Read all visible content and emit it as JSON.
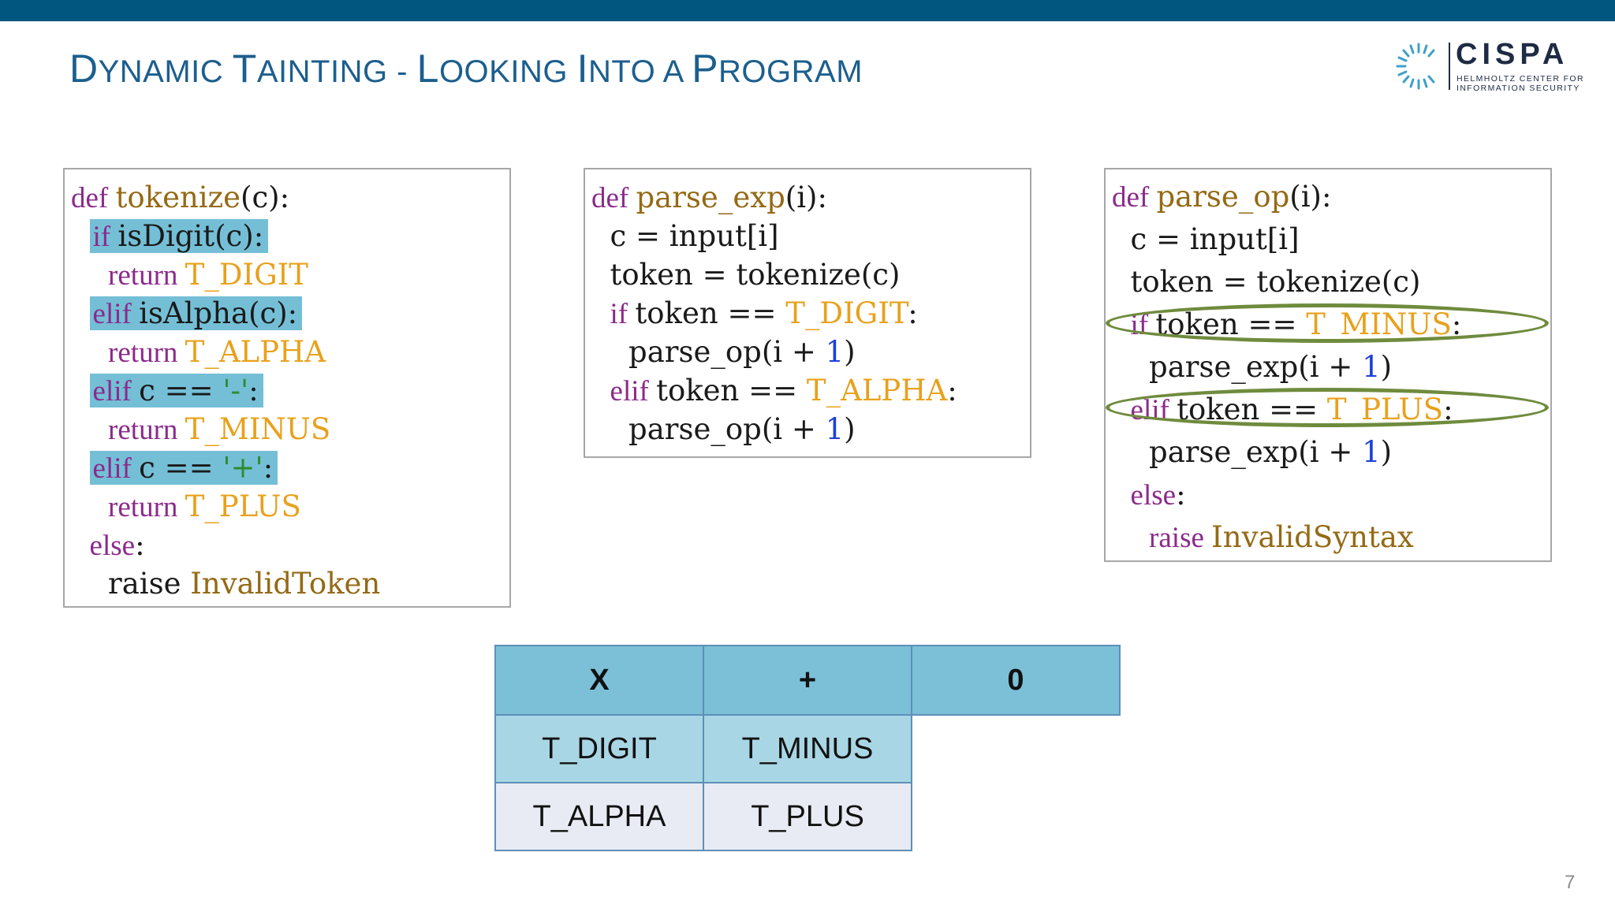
{
  "slide": {
    "title_parts": [
      "D",
      "YNAMIC ",
      "T",
      "AINTING - ",
      "L",
      "OOKING ",
      "I",
      "NTO A ",
      "P",
      "ROGRAM"
    ],
    "page_number": "7"
  },
  "logo": {
    "word": "CISPA",
    "sub_line1": "HELMHOLTZ CENTER FOR",
    "sub_line2": "INFORMATION SECURITY"
  },
  "code_tokenize": {
    "lines": [
      {
        "indent": "",
        "highlight": false,
        "tokens": [
          {
            "t": "def ",
            "c": "kw"
          },
          {
            "t": "tokenize",
            "c": "fn"
          },
          {
            "t": "(c):",
            "c": "plain"
          }
        ]
      },
      {
        "indent": "  ",
        "highlight": true,
        "tokens": [
          {
            "t": "if ",
            "c": "kw"
          },
          {
            "t": "isDigit(c):",
            "c": "plain"
          }
        ]
      },
      {
        "indent": "    ",
        "highlight": false,
        "tokens": [
          {
            "t": "return ",
            "c": "kw"
          },
          {
            "t": "T_DIGIT",
            "c": "con"
          }
        ]
      },
      {
        "indent": "  ",
        "highlight": true,
        "tokens": [
          {
            "t": "elif ",
            "c": "kw"
          },
          {
            "t": "isAlpha(c):",
            "c": "plain"
          }
        ]
      },
      {
        "indent": "    ",
        "highlight": false,
        "tokens": [
          {
            "t": "return ",
            "c": "kw"
          },
          {
            "t": "T_ALPHA",
            "c": "con"
          }
        ]
      },
      {
        "indent": "  ",
        "highlight": true,
        "tokens": [
          {
            "t": "elif ",
            "c": "kw"
          },
          {
            "t": "c == ",
            "c": "plain"
          },
          {
            "t": "'-'",
            "c": "str"
          },
          {
            "t": ":",
            "c": "plain"
          }
        ]
      },
      {
        "indent": "    ",
        "highlight": false,
        "tokens": [
          {
            "t": "return ",
            "c": "kw"
          },
          {
            "t": "T_MINUS",
            "c": "con"
          }
        ]
      },
      {
        "indent": "  ",
        "highlight": true,
        "tokens": [
          {
            "t": "elif ",
            "c": "kw"
          },
          {
            "t": "c == ",
            "c": "plain"
          },
          {
            "t": "'+'",
            "c": "str"
          },
          {
            "t": ":",
            "c": "plain"
          }
        ]
      },
      {
        "indent": "    ",
        "highlight": false,
        "tokens": [
          {
            "t": "return ",
            "c": "kw"
          },
          {
            "t": "T_PLUS",
            "c": "con"
          }
        ]
      },
      {
        "indent": "  ",
        "highlight": false,
        "tokens": [
          {
            "t": "else",
            "c": "kw"
          },
          {
            "t": ":",
            "c": "plain"
          }
        ]
      },
      {
        "indent": "    ",
        "highlight": false,
        "tokens": [
          {
            "t": "raise ",
            "c": "plain"
          },
          {
            "t": "InvalidToken",
            "c": "fn"
          }
        ]
      }
    ]
  },
  "code_parse_exp": {
    "lines": [
      {
        "indent": "",
        "highlight": false,
        "tokens": [
          {
            "t": "def ",
            "c": "kw"
          },
          {
            "t": "parse_exp",
            "c": "fn"
          },
          {
            "t": "(i):",
            "c": "plain"
          }
        ]
      },
      {
        "indent": "  ",
        "highlight": false,
        "tokens": [
          {
            "t": "c = input[i]",
            "c": "plain"
          }
        ]
      },
      {
        "indent": "  ",
        "highlight": false,
        "tokens": [
          {
            "t": "token = tokenize(c)",
            "c": "plain"
          }
        ]
      },
      {
        "indent": "  ",
        "highlight": false,
        "tokens": [
          {
            "t": "if ",
            "c": "kw"
          },
          {
            "t": "token == ",
            "c": "plain"
          },
          {
            "t": "T_DIGIT",
            "c": "con"
          },
          {
            "t": ":",
            "c": "plain"
          }
        ]
      },
      {
        "indent": "    ",
        "highlight": false,
        "tokens": [
          {
            "t": "parse_op(i + ",
            "c": "plain"
          },
          {
            "t": "1",
            "c": "num"
          },
          {
            "t": ")",
            "c": "plain"
          }
        ]
      },
      {
        "indent": "  ",
        "highlight": false,
        "tokens": [
          {
            "t": "elif ",
            "c": "kw"
          },
          {
            "t": "token == ",
            "c": "plain"
          },
          {
            "t": "T_ALPHA",
            "c": "con"
          },
          {
            "t": ":",
            "c": "plain"
          }
        ]
      },
      {
        "indent": "    ",
        "highlight": false,
        "tokens": [
          {
            "t": "parse_op(i + ",
            "c": "plain"
          },
          {
            "t": "1",
            "c": "num"
          },
          {
            "t": ")",
            "c": "plain"
          }
        ]
      }
    ]
  },
  "code_parse_op": {
    "lines": [
      {
        "indent": "",
        "highlight": false,
        "tokens": [
          {
            "t": "def ",
            "c": "kw"
          },
          {
            "t": "parse_op",
            "c": "fn"
          },
          {
            "t": "(i):",
            "c": "plain"
          }
        ]
      },
      {
        "indent": "  ",
        "highlight": false,
        "tokens": [
          {
            "t": "c = input[i]",
            "c": "plain"
          }
        ]
      },
      {
        "indent": "  ",
        "highlight": false,
        "tokens": [
          {
            "t": "token = tokenize(c)",
            "c": "plain"
          }
        ]
      },
      {
        "indent": "  ",
        "highlight": false,
        "tokens": [
          {
            "t": "if ",
            "c": "kw"
          },
          {
            "t": "token == ",
            "c": "plain"
          },
          {
            "t": "T_MINUS",
            "c": "con"
          },
          {
            "t": ":",
            "c": "plain"
          }
        ]
      },
      {
        "indent": "    ",
        "highlight": false,
        "tokens": [
          {
            "t": "parse_exp(i + ",
            "c": "plain"
          },
          {
            "t": "1",
            "c": "num"
          },
          {
            "t": ")",
            "c": "plain"
          }
        ]
      },
      {
        "indent": "  ",
        "highlight": false,
        "tokens": [
          {
            "t": "elif ",
            "c": "kw"
          },
          {
            "t": "token == ",
            "c": "plain"
          },
          {
            "t": "T_PLUS",
            "c": "con"
          },
          {
            "t": ":",
            "c": "plain"
          }
        ]
      },
      {
        "indent": "    ",
        "highlight": false,
        "tokens": [
          {
            "t": "parse_exp(i + ",
            "c": "plain"
          },
          {
            "t": "1",
            "c": "num"
          },
          {
            "t": ")",
            "c": "plain"
          }
        ]
      },
      {
        "indent": "  ",
        "highlight": false,
        "tokens": [
          {
            "t": "else",
            "c": "kw"
          },
          {
            "t": ":",
            "c": "plain"
          }
        ]
      },
      {
        "indent": "    ",
        "highlight": false,
        "tokens": [
          {
            "t": "raise ",
            "c": "kw"
          },
          {
            "t": "InvalidSyntax",
            "c": "fn"
          }
        ]
      }
    ]
  },
  "token_table": {
    "header": [
      "X",
      "+",
      "0"
    ],
    "rows": [
      [
        "T_DIGIT",
        "T_MINUS"
      ],
      [
        "T_ALPHA",
        "T_PLUS"
      ]
    ]
  },
  "colors": {
    "topbar": "#00567f",
    "title": "#1c5f8e",
    "keyword": "#8b2a8b",
    "function": "#946a15",
    "constant": "#e8a11c",
    "number": "#1d3fd8",
    "string": "#2e8b2e",
    "highlight": "#74bfd6",
    "circle": "#6f8b3d"
  }
}
